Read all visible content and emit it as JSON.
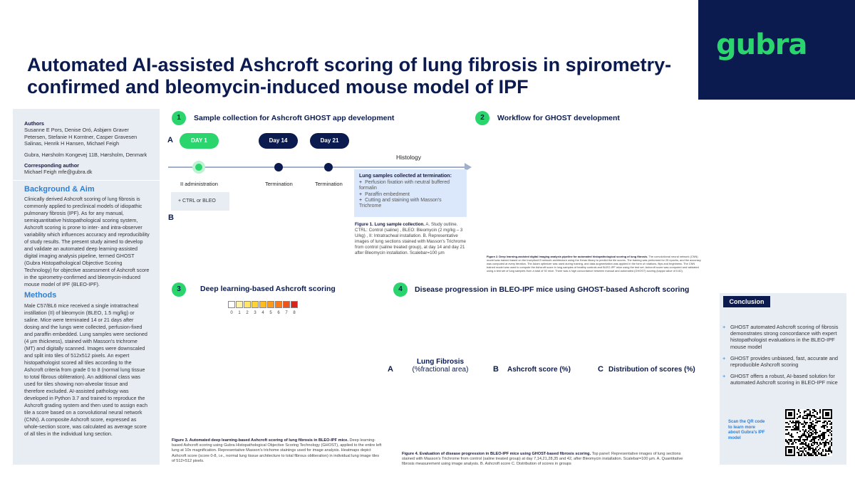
{
  "logo": {
    "text": "gubra"
  },
  "title": "Automated AI-assisted Ashcroft scoring of lung fibrosis in spirometry-confirmed and bleomycin-induced mouse model of IPF",
  "sidebar": {
    "authors_heading": "Authors",
    "authors": "Susanne E Pors, Denise Oró, Asbjørn Graver Petersen, Stefanie H Korntner, Casper Gravesen Salinas, Henrik H Hansen, Michael Feigh",
    "affiliation": "Gubra, Hørsholm Kongevej 11B, Hørsholm, Denmark",
    "corresponding_heading": "Corresponding author",
    "corresponding": "Michael Feigh mfe@gubra.dk",
    "background_heading": "Background & Aim",
    "background_text": "Clinically derived Ashcroft scoring of lung fibrosis is commonly applied to preclinical models of idiopathic pulmonary fibrosis (IPF). As for any manual, semiquantitative histopathological scoring system, Ashcroft scoring is prone to inter- and intra-observer variability which influences accuracy and reproducibility of study results. The present study aimed to develop and validate an automated deep learning-assisted digital imaging analysis pipeline, termed GHOST (Gubra Histopathological Objective Scoring Technology) for objective assessment of Ashcroft score in the spirometry-confirmed and bleomycin-induced mouse model of IPF (BLEO-IPF).",
    "methods_heading": "Methods",
    "methods_text": "Male C57/BL6 mice received a single intratracheal instillation (II) of bleomycin (BLEO, 1.5 mg/kg) or saline. Mice were terminated 14 or 21 days after dosing and the lungs were collected, perfusion-fixed and paraffin embedded. Lung samples were sectioned (4 µm thickness), stained with Masson's trichrome (MT) and digitally scanned. Images were downscaled and split into tiles of 512x512 pixels. An expert histopathologist scored all tiles according to the Ashcroft criteria from grade 0 to 8 (normal lung tissue to total fibrous obliteration). An additional class was used for tiles showing non-alveolar tissue and therefore excluded. AI-assisted pathology was developed in Python 3.7 and trained to reproduce the Ashcroft grading system and then used to assign each tile a score based on a convolutional neural network (CNN). A composite Ashcroft score, expressed as whole-section score, was calculated as average score of all tiles in the individual lung section."
  },
  "section1": {
    "num": "1",
    "title": "Sample collection for Ashcroft GHOST app development",
    "label_a": "A",
    "label_b": "B",
    "day1": "DAY 1",
    "day14": "Day 14",
    "day21": "Day 21",
    "histology": "Histology",
    "ii_admin": "II administration",
    "termination14": "Termination",
    "termination21": "Termination",
    "ctrl_bleo": "+  CTRL or BLEO",
    "lung_heading": "Lung samples collected at termination:",
    "lung_items": [
      "Perfusion fixation with neutral buffered formalin",
      "Paraffin embedment",
      "Cutting and staining with Masson's Trichrome"
    ],
    "figure_caption_bold": "Figure 1. Lung sample collection.",
    "figure_caption": " A. Study outline. CTRL: Control (saline) , BLEO: Bleomycin (2 mg/kg – 3 U/kg) , II: Intratracheal installation. B. Representative images of lung sections stained with Masson's Trichrome from control (saline treated group), at day 14 and day 21 after Bleomycin installation. Scalebar=100 µm"
  },
  "section2": {
    "num": "2",
    "title": "Workflow for GHOST development",
    "figure_caption_bold": "Figure 2. Deep learning-assisted digital imaging analysis pipeline for automated histopathological scoring of lung fibrosis.",
    "figure_caption": " The convolutional neural network (CNN) model was trained based on the InceptionV3 network architecture using the Keras library to predict the tile scores. The training was performed for 25 epochs, and the accuracy was computed at every iteration. The Adam optimizer was used during training, and data augmentation was applied in the form of rotations, flips and brightness. The CNN trained model was used to compute the Ashcroft score in lung samples of healthy controls and BLEO-IPF mice using the test set. Ashcroft score was computed and validated using a test set of lung samples from a total of 92 mice. There was a high concordance between manual and automated (GHOST) scoring (kappa value of 0.82)."
  },
  "section3": {
    "num": "3",
    "title": "Deep learning-based Ashcroft scoring",
    "scale_labels": [
      "0",
      "1",
      "2",
      "3",
      "4",
      "5",
      "6",
      "7",
      "8"
    ],
    "scale_colors": [
      "#ffffff",
      "#fff3a8",
      "#ffe566",
      "#ffd23a",
      "#ffbb20",
      "#ff9a1a",
      "#ff7a14",
      "#f0521a",
      "#d9231c"
    ],
    "figure_caption_bold": "Figure 3. Automated deep learning-based Ashcroft scoring of lung fibrosis in BLEO-IPF mice.",
    "figure_caption": " Deep learning-based Ashcroft scoring using Gubra Histopathological Objective Scoring Technology (GHOST), applied to the entire left lung at 10x magnification. Representative Masson's trichome stainings used for image analysis. Heatmaps depict Ashcroft score (score 0-8, i.e., normal lung tissue architecture to total fibrous obliteration) in individual lung image tiles of 512×512 pixels."
  },
  "section4": {
    "num": "4",
    "title": "Disease progression in BLEO-IPF mice using GHOST-based Ashcroft scoring",
    "label_a": "A",
    "label_b": "B",
    "label_c": "C",
    "panel_a_title": "Lung Fibrosis",
    "panel_a_sub": "(%fractional area)",
    "panel_b_title": "Ashcroft score (%)",
    "panel_c_title": "Distribution of scores (%)",
    "figure_caption_bold": "Figure 4. Evaluation of disease progression in BLEO-IPF mice using GHOST-based fibrosis scoring.",
    "figure_caption": " Top panel: Representative images of lung sections stained with Masson's Trichrome from control (saline treated group) at day 7,14,21,28,35 and 42, after Bleomycin installation. Scalebar=100 µm. A. Quantitative fibrosis measurement using image analysis. B. Ashcroft score C. Distribution of scores in groups"
  },
  "conclusion": {
    "heading": "Conclusion",
    "items": [
      "GHOST automated Ashcroft scoring of fibrosis demonstrates strong concordance with expert histopathologist evaluations in the BLEO-IPF mouse model",
      "GHOST provides unbiased, fast, accurate and reproducible Ashcroft scoring",
      "GHOST offers a robust, AI-based solution for automated Ashcroft scoring in BLEO-IPF mice"
    ],
    "qr_text": "Scan the QR code to learn more about Gubra's IPF model"
  },
  "colors": {
    "navy": "#0b1b4f",
    "green": "#2bd56e",
    "blue": "#2f7fd1",
    "panel": "#e8edf4"
  }
}
